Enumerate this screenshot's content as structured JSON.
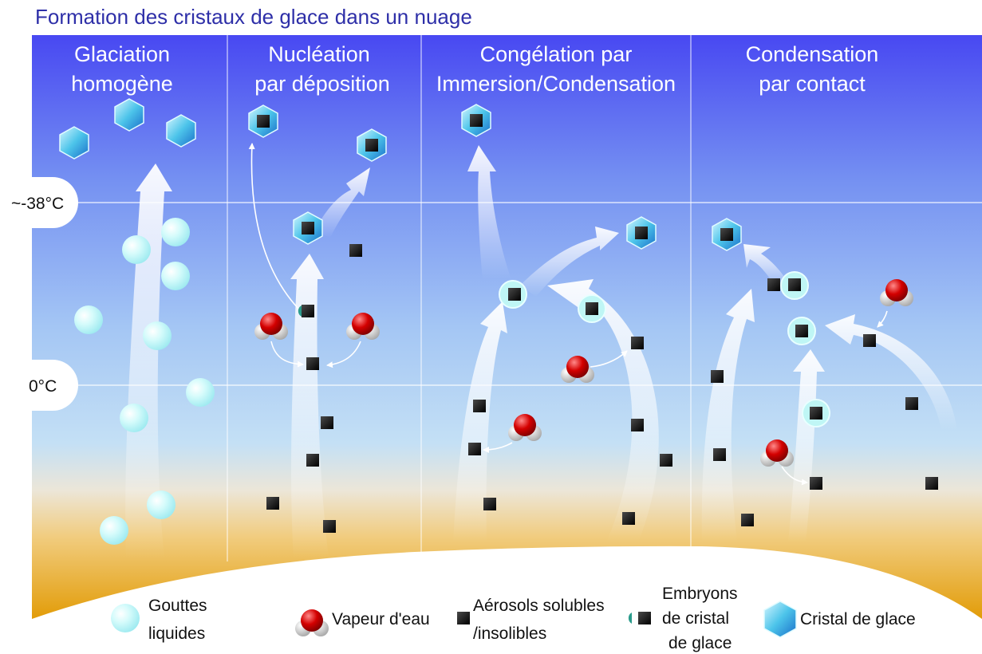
{
  "title": "Formation des cristaux de glace dans un nuage",
  "columns": [
    {
      "line1": "Glaciation",
      "line2": "homogène"
    },
    {
      "line1": "Nucléation",
      "line2": "par déposition"
    },
    {
      "line1": "Congélation par",
      "line2": "Immersion/Condensation"
    },
    {
      "line1": "Condensation",
      "line2": "par contact"
    }
  ],
  "temperatures": {
    "upper": "~-38°C",
    "lower": "0°C"
  },
  "legend": {
    "drops": [
      "Gouttes",
      "liquides"
    ],
    "vapour": "Vapeur d'eau",
    "aerosols": [
      "Aérosols solubles",
      "/insolibles"
    ],
    "embryos": [
      "Embryons",
      "de cristal",
      "de glace"
    ],
    "crystal": "Cristal de glace"
  },
  "colors": {
    "sky_top": "#4a4af2",
    "sky_mid": "#b4d6f5",
    "ground": "#e19e0c",
    "droplet": "#c6f7f7",
    "crystal": "#4cc4ea",
    "aerosol": "#111111",
    "embryo_ring": "#2b9c8c",
    "oxygen": "#d40000"
  }
}
